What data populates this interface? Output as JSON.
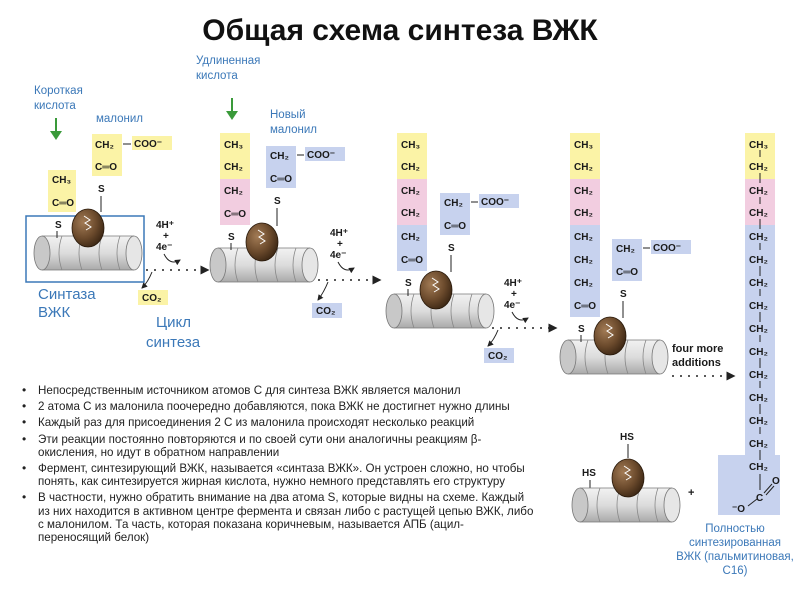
{
  "title": "Общая схема синтеза ВЖК",
  "labels": {
    "short_acid_1": "Короткая",
    "short_acid_2": "кислота",
    "malonyl": "малонил",
    "elongated_1": "Удлиненная",
    "elongated_2": "кислота",
    "new_malonyl_1": "Новый",
    "new_malonyl_2": "малонил",
    "synthase_1": "Синтаза",
    "synthase_2": "ВЖК",
    "cycle_1": "Цикл",
    "cycle_2": "синтеза",
    "four_more_1": "four more",
    "four_more_2": "additions",
    "final_caption": "Полностью синтезированная ВЖК (пальмитиновая, C16)"
  },
  "chem": {
    "ch3": "CH₃",
    "ch2": "CH₂",
    "co": "C═O",
    "coo": "COO⁻",
    "s": "S",
    "hs": "HS",
    "o": "O",
    "ominus": "⁻O",
    "c": "C",
    "h4": "4H⁺",
    "plus": "+",
    "e4": "4e⁻",
    "co2": "CO₂",
    "plus_sign": "+"
  },
  "colors": {
    "yellow": "#fbf3a6",
    "pink": "#f2cde0",
    "blue": "#c7d2ee",
    "label_blue": "#3b78b8",
    "arrow_green": "#3a9a3a",
    "protein_brown": "#6b4a2c"
  },
  "bullets": [
    "Непосредственным источником атомов С для синтеза ВЖК является малонил",
    "2 атома С из малонила поочередно добавляются, пока ВЖК не достигнет нужно длины",
    "Каждый раз для присоединения 2 С из малонила происходят несколько реакций",
    "Эти реакции постоянно повторяются и по своей сути они аналогичны реакциям β-окисления, но идут в обратном направлении",
    "Фермент, синтезирующий ВЖК, называется «синтаза ВЖК». Он устроен сложно, но чтобы понять, как синтезируется жирная кислота, нужно немного представлять его структуру",
    "В частности, нужно обратить внимание на два атома S, которые видны на схеме. Каждый из них находится в активном центре фермента и связан либо с растущей цепью ВЖК, либо с малонилом. Та часть, которая показана коричневым, называется АПБ (ацил-переносящий белок)"
  ]
}
